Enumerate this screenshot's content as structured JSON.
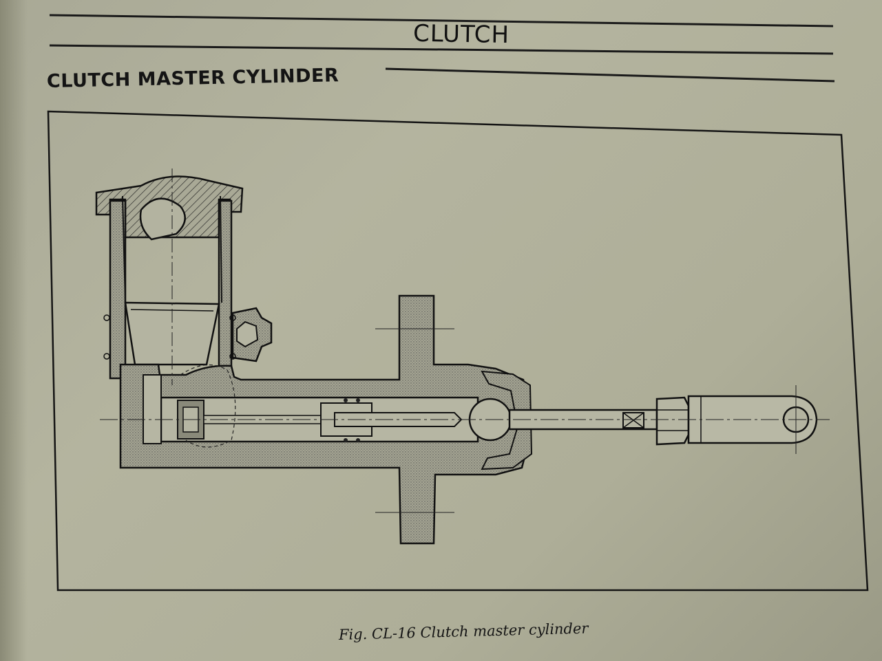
{
  "header": {
    "section": "CLUTCH",
    "heading": "CLUTCH MASTER CYLINDER"
  },
  "figure": {
    "caption": "Fig. CL-16  Clutch master cylinder"
  },
  "colors": {
    "paper": "#b0b09b",
    "ink": "#151515",
    "hatch_fill": "#8f8f80"
  }
}
